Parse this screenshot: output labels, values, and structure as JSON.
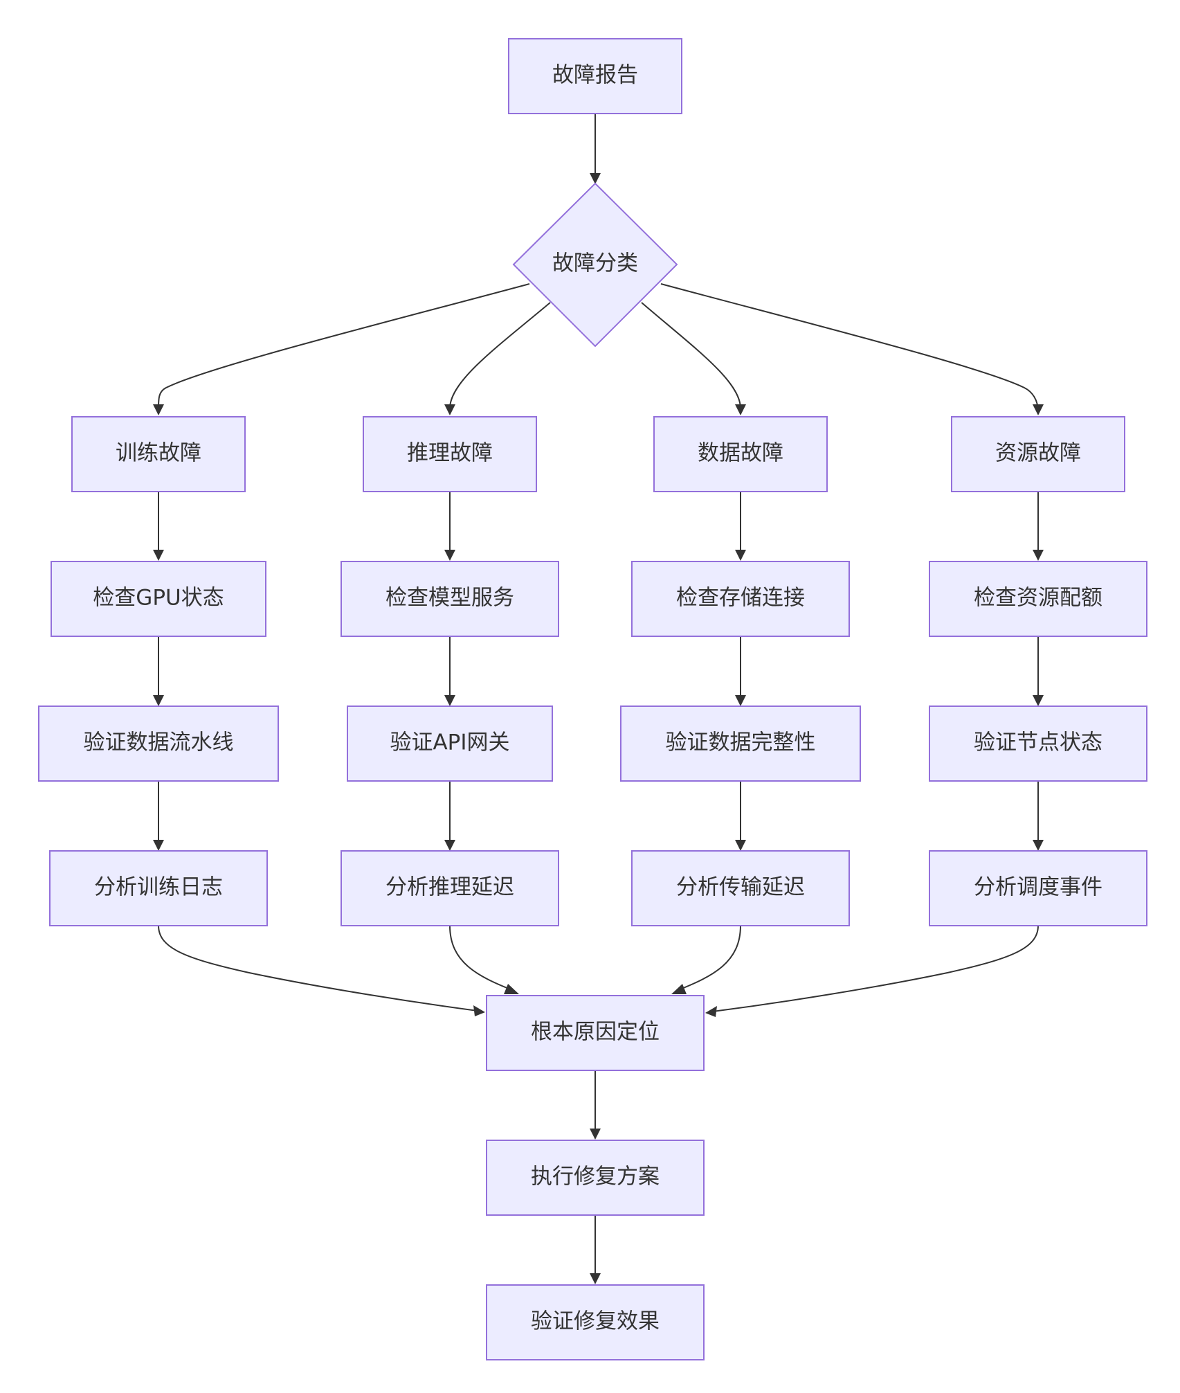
{
  "colors": {
    "node_fill": "#ececff",
    "node_border": "#9370db",
    "edge": "#333333",
    "text": "#333333"
  },
  "nodes": {
    "fault_report": "故障报告",
    "fault_classification": "故障分类",
    "training_fault": "训练故障",
    "inference_fault": "推理故障",
    "data_fault": "数据故障",
    "resource_fault": "资源故障",
    "check_gpu_status": "检查GPU状态",
    "check_model_service": "检查模型服务",
    "check_storage_connection": "检查存储连接",
    "check_resource_quota": "检查资源配额",
    "verify_data_pipeline": "验证数据流水线",
    "verify_api_gateway": "验证API网关",
    "verify_data_integrity": "验证数据完整性",
    "verify_node_status": "验证节点状态",
    "analyze_training_logs": "分析训练日志",
    "analyze_inference_latency": "分析推理延迟",
    "analyze_transfer_latency": "分析传输延迟",
    "analyze_scheduling_events": "分析调度事件",
    "root_cause_localization": "根本原因定位",
    "execute_fix_plan": "执行修复方案",
    "verify_fix_effect": "验证修复效果"
  },
  "edges": [
    [
      "fault_report",
      "fault_classification"
    ],
    [
      "fault_classification",
      "training_fault"
    ],
    [
      "fault_classification",
      "inference_fault"
    ],
    [
      "fault_classification",
      "data_fault"
    ],
    [
      "fault_classification",
      "resource_fault"
    ],
    [
      "training_fault",
      "check_gpu_status"
    ],
    [
      "check_gpu_status",
      "verify_data_pipeline"
    ],
    [
      "verify_data_pipeline",
      "analyze_training_logs"
    ],
    [
      "analyze_training_logs",
      "root_cause_localization"
    ],
    [
      "inference_fault",
      "check_model_service"
    ],
    [
      "check_model_service",
      "verify_api_gateway"
    ],
    [
      "verify_api_gateway",
      "analyze_inference_latency"
    ],
    [
      "analyze_inference_latency",
      "root_cause_localization"
    ],
    [
      "data_fault",
      "check_storage_connection"
    ],
    [
      "check_storage_connection",
      "verify_data_integrity"
    ],
    [
      "verify_data_integrity",
      "analyze_transfer_latency"
    ],
    [
      "analyze_transfer_latency",
      "root_cause_localization"
    ],
    [
      "resource_fault",
      "check_resource_quota"
    ],
    [
      "check_resource_quota",
      "verify_node_status"
    ],
    [
      "verify_node_status",
      "analyze_scheduling_events"
    ],
    [
      "analyze_scheduling_events",
      "root_cause_localization"
    ],
    [
      "root_cause_localization",
      "execute_fix_plan"
    ],
    [
      "execute_fix_plan",
      "verify_fix_effect"
    ]
  ]
}
